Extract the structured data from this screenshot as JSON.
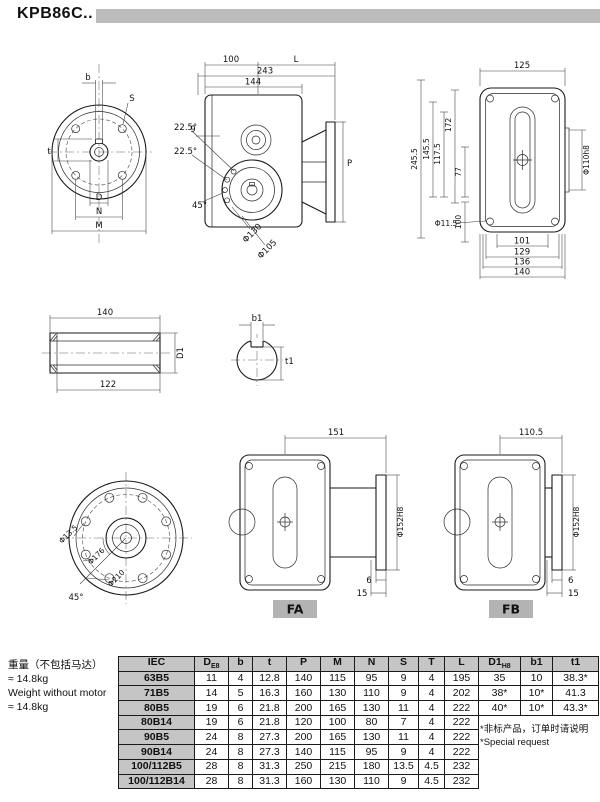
{
  "header": {
    "title": "KPB86C.."
  },
  "weight_note": {
    "line1": "重量（不包括马达）",
    "line2": "≈ 14.8kg",
    "line3": "Weight without motor",
    "line4": "≈ 14.8kg"
  },
  "drawings": {
    "flange_front": {
      "b": "b",
      "s": "S",
      "t": "t",
      "d": "D",
      "n": "N",
      "m": "M"
    },
    "side_view": {
      "w100": "100",
      "l": "L",
      "w243": "243",
      "w144": "144",
      "h9": "9",
      "a225_1": "22.5°",
      "a225_2": "22.5°",
      "a45": "45°",
      "phi130": "Φ130",
      "phi105": "Φ105",
      "p": "P"
    },
    "rear_view": {
      "w125": "125",
      "h245_5": "245.5",
      "h145_5": "145.5",
      "h117_5": "117.5",
      "h172": "172",
      "h77": "77",
      "h100": "100",
      "phi11_5": "Φ11.5",
      "phi110": "Φ110h8",
      "w101": "101",
      "w129": "129",
      "w136": "136",
      "w140": "140"
    },
    "shaft": {
      "l140": "140",
      "l122": "122",
      "d1": "D1"
    },
    "key_section": {
      "b1": "b1",
      "t1": "t1"
    },
    "fa": {
      "label": "FA",
      "w151": "151",
      "phi152": "Φ152H8",
      "t6": "6",
      "t15": "15"
    },
    "fb": {
      "label": "FB",
      "w110_5": "110.5",
      "phi152": "Φ152H8",
      "t6": "6",
      "t15": "15"
    },
    "flange_bottom": {
      "phi13_5": "Φ13.5",
      "phi176": "Φ176",
      "phi210": "Φ210",
      "a45": "45°"
    }
  },
  "table": {
    "headers": [
      {
        "main": "IEC",
        "sub": ""
      },
      {
        "main": "D",
        "sub": "E8"
      },
      {
        "main": "b",
        "sub": ""
      },
      {
        "main": "t",
        "sub": ""
      },
      {
        "main": "P",
        "sub": ""
      },
      {
        "main": "M",
        "sub": ""
      },
      {
        "main": "N",
        "sub": ""
      },
      {
        "main": "S",
        "sub": ""
      },
      {
        "main": "T",
        "sub": ""
      },
      {
        "main": "L",
        "sub": ""
      }
    ],
    "rows": [
      {
        "iec": "63B5",
        "values": [
          "11",
          "4",
          "12.8",
          "140",
          "115",
          "95",
          "9",
          "4",
          "195"
        ]
      },
      {
        "iec": "71B5",
        "values": [
          "14",
          "5",
          "16.3",
          "160",
          "130",
          "110",
          "9",
          "4",
          "202"
        ]
      },
      {
        "iec": "80B5",
        "values": [
          "19",
          "6",
          "21.8",
          "200",
          "165",
          "130",
          "11",
          "4",
          "222"
        ]
      },
      {
        "iec": "80B14",
        "values": [
          "19",
          "6",
          "21.8",
          "120",
          "100",
          "80",
          "7",
          "4",
          "222"
        ]
      },
      {
        "iec": "90B5",
        "values": [
          "24",
          "8",
          "27.3",
          "200",
          "165",
          "130",
          "11",
          "4",
          "222"
        ]
      },
      {
        "iec": "90B14",
        "values": [
          "24",
          "8",
          "27.3",
          "140",
          "115",
          "95",
          "9",
          "4",
          "222"
        ]
      },
      {
        "iec": "100/112B5",
        "values": [
          "28",
          "8",
          "31.3",
          "250",
          "215",
          "180",
          "13.5",
          "4.5",
          "232"
        ]
      },
      {
        "iec": "100/112B14",
        "values": [
          "28",
          "8",
          "31.3",
          "160",
          "130",
          "110",
          "9",
          "4.5",
          "232"
        ]
      }
    ],
    "right": {
      "headers": [
        {
          "main": "D1",
          "sub": "H8"
        },
        {
          "main": "b1",
          "sub": ""
        },
        {
          "main": "t1",
          "sub": ""
        }
      ],
      "rows": [
        [
          "35",
          "10",
          "38.3*"
        ],
        [
          "38*",
          "10*",
          "41.3"
        ],
        [
          "40*",
          "10*",
          "43.3*"
        ]
      ],
      "note_cn": "*非标产品，订单时请说明",
      "note_en": "*Special request"
    }
  }
}
